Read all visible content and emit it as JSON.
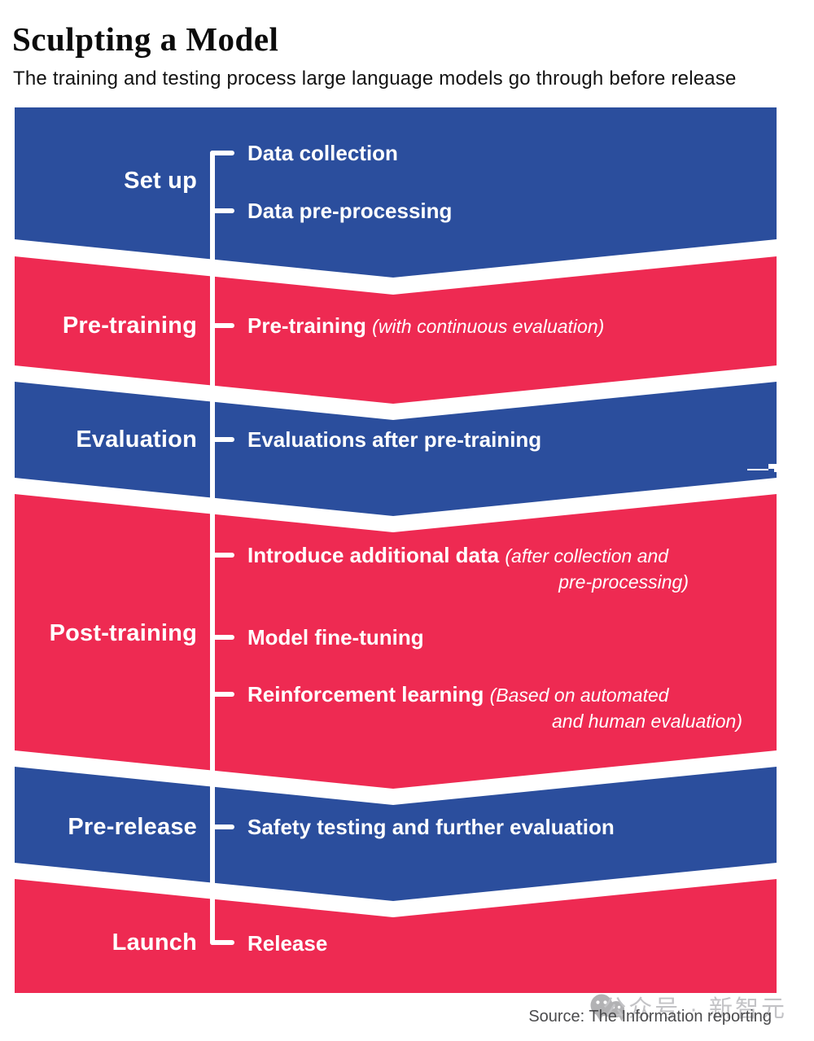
{
  "header": {
    "title": "Sculpting a Model",
    "subtitle": "The training and testing process large language models go through before release"
  },
  "colors": {
    "blue": "#2b4e9d",
    "red": "#ee2a52",
    "text_on_band": "#ffffff",
    "source_text": "#4b4b4d",
    "watermark": "#c3c3c6"
  },
  "stages": [
    {
      "label": "Set up",
      "color": "blue",
      "items": [
        {
          "text": "Data collection",
          "note": "",
          "note2": ""
        },
        {
          "text": "Data pre-processing",
          "note": "",
          "note2": ""
        }
      ]
    },
    {
      "label": "Pre-training",
      "color": "red",
      "items": [
        {
          "text": "Pre-training",
          "note": "(with continuous evaluation)",
          "note2": ""
        }
      ]
    },
    {
      "label": "Evaluation",
      "color": "blue",
      "items": [
        {
          "text": "Evaluations after pre-training",
          "note": "",
          "note2": ""
        }
      ]
    },
    {
      "label": "Post-training",
      "color": "red",
      "items": [
        {
          "text": "Introduce additional data",
          "note": "(after collection and",
          "note2": "pre-processing)"
        },
        {
          "text": "Model fine-tuning",
          "note": "",
          "note2": ""
        },
        {
          "text": "Reinforcement learning",
          "note": "(Based on automated",
          "note2": "and human evaluation)"
        }
      ]
    },
    {
      "label": "Pre-release",
      "color": "blue",
      "items": [
        {
          "text": "Safety testing and further evaluation",
          "note": "",
          "note2": ""
        }
      ]
    },
    {
      "label": "Launch",
      "color": "red",
      "items": [
        {
          "text": "Release",
          "note": "",
          "note2": ""
        }
      ]
    }
  ],
  "footer": {
    "source": "Source: The Information reporting",
    "watermark": "公众号 · 新智元"
  }
}
